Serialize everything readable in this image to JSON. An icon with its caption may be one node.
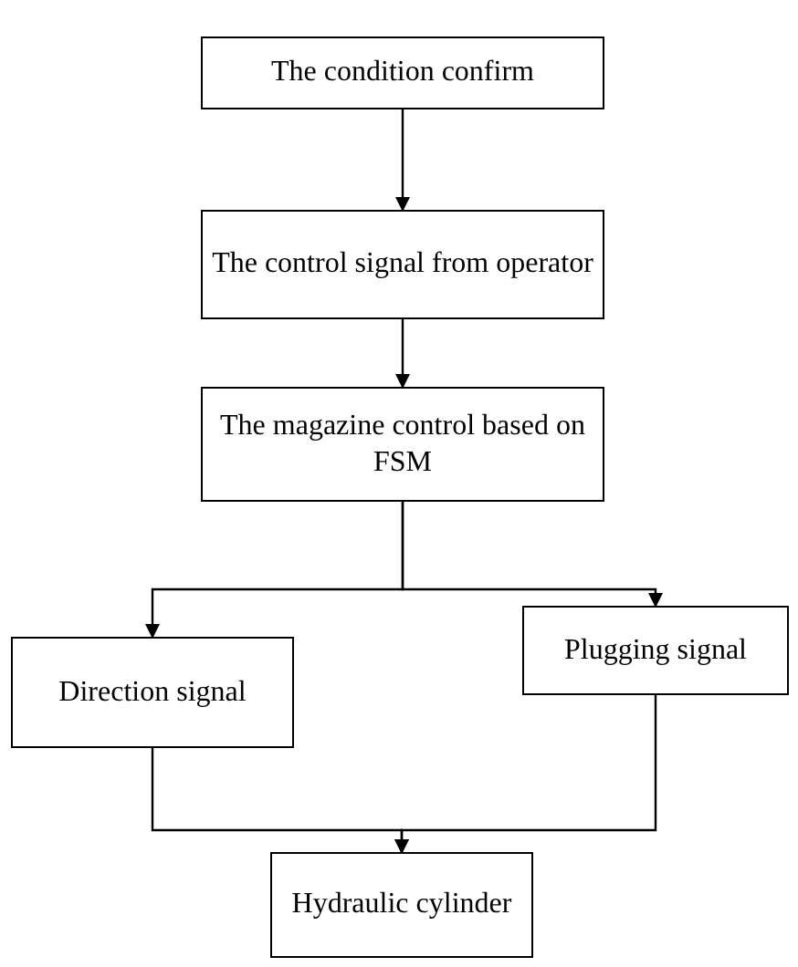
{
  "diagram": {
    "nodes": [
      {
        "text": [
          "The condition confirm"
        ]
      },
      {
        "text": [
          "The control signal from operator"
        ]
      },
      {
        "text": [
          "The magazine control based on FSM"
        ]
      },
      {
        "text": [
          "Direction signal"
        ]
      },
      {
        "text": [
          "Plugging signal"
        ]
      },
      {
        "text": [
          "Hydraulic cylinder"
        ]
      }
    ],
    "edges": [
      {
        "from": 0,
        "to": 1,
        "arrow": "to"
      },
      {
        "from": 1,
        "to": 2,
        "arrow": "to"
      },
      {
        "from": 2,
        "to": 3,
        "arrow": "to"
      },
      {
        "from": 2,
        "to": 4,
        "arrow": "to"
      },
      {
        "from": 3,
        "to": 5,
        "arrow": "to"
      },
      {
        "from": 4,
        "to": 5,
        "arrow": "to"
      }
    ]
  }
}
